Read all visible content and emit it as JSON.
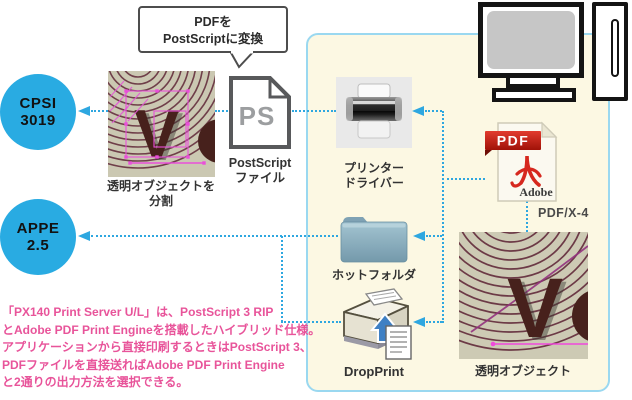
{
  "colors": {
    "accent": "#29ABE2",
    "connector": "#2EA7E0",
    "pink_text": "#E8549A",
    "box_fill": "#FCF8E3",
    "box_border": "#9AD8F0"
  },
  "callout": {
    "line1": "PDFを",
    "line2": "PostScriptに変換"
  },
  "cpsi": {
    "line1": "CPSI",
    "line2": "3019"
  },
  "appe": {
    "line1": "APPE",
    "line2": "2.5"
  },
  "split_image": {
    "caption1": "透明オブジェクトを",
    "caption2": "分割"
  },
  "ps": {
    "glyph": "PS",
    "caption1": "PostScript",
    "caption2": "ファイル"
  },
  "printer": {
    "caption1": "プリンター",
    "caption2": "ドライバー"
  },
  "hotfolder": {
    "caption": "ホットフォルダ"
  },
  "dropprint": {
    "caption": "DropPrint"
  },
  "pdf": {
    "badge": "PDF",
    "brand": "Adobe",
    "caption": "PDF/X-4"
  },
  "transparent_image": {
    "caption": "透明オブジェクト"
  },
  "artwork": {
    "letter": "V"
  },
  "description": {
    "lines": [
      "「PX140 Print Server U/L」は、PostScript 3 RIP",
      "とAdobe PDF Print Engineを搭載したハイブリッド仕様。",
      "アプリケーションから直接印刷するときはPostScript 3、",
      "PDFファイルを直接送ればAdobe PDF Print Engine",
      "と2通りの出力方法を選択できる。"
    ]
  },
  "icons": {
    "printer": "printer-icon",
    "hotfolder": "folder-icon",
    "dropprint": "dropprint-printer-icon",
    "pdf": "pdf-file-icon",
    "ps": "ps-file-icon",
    "computer": "desktop-computer-icon"
  }
}
